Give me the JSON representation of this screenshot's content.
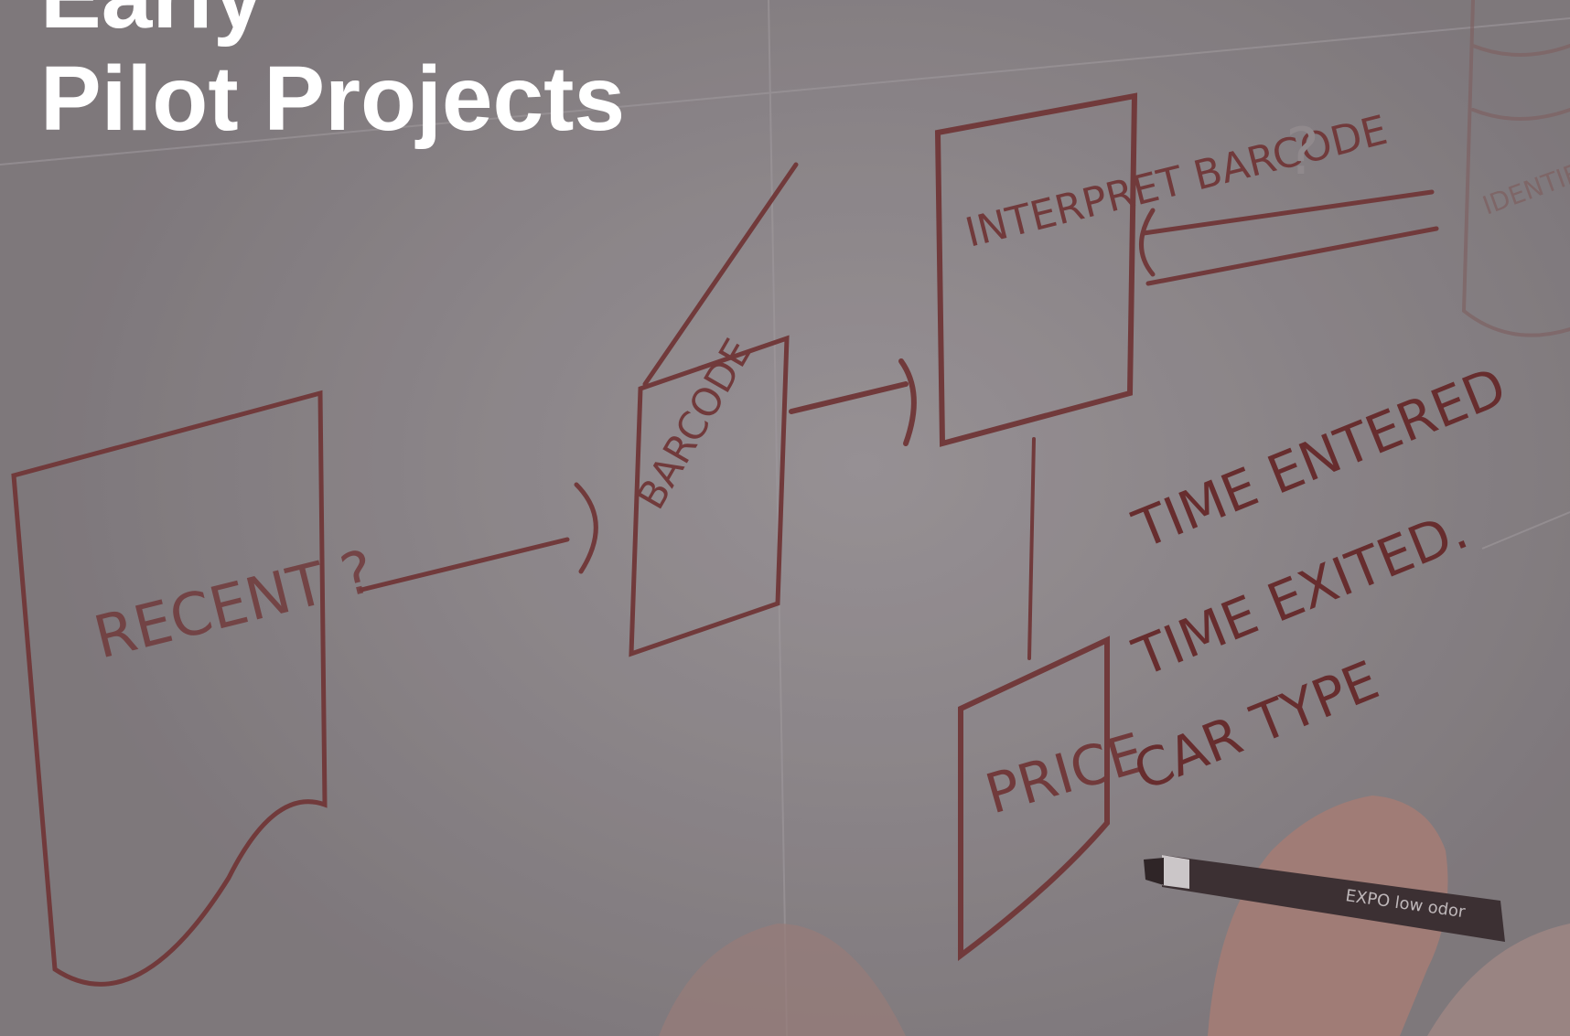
{
  "slide": {
    "title_line_1": "Early",
    "title_line_2": "Pilot Projects"
  },
  "whiteboard": {
    "box_label_1": "RECENT ?",
    "box_label_2": "BARCODE",
    "box_label_3": "INTERPRET BARCODE",
    "box_label_4": "PRICE",
    "box_label_5": "IDENTIFY",
    "note_line_1": "TIME ENTERED",
    "note_line_2": "TIME EXITED.",
    "note_line_3": "CAR TYPE",
    "question_mark": "?",
    "marker_brand": "EXPO low odor"
  },
  "colors": {
    "title": "#ffffff",
    "ink": "#7a2f2f",
    "board": "#a39ea1"
  }
}
